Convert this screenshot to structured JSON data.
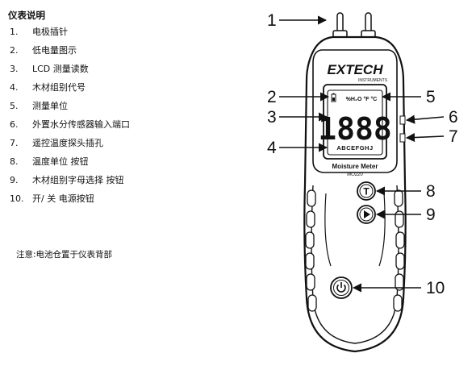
{
  "legend": {
    "title": "仪表说明",
    "items": [
      {
        "num": "1.",
        "label": "电极插针"
      },
      {
        "num": "2.",
        "label": "低电量图示"
      },
      {
        "num": "3.",
        "label": "LCD 测量读数"
      },
      {
        "num": "4.",
        "label": "木材组别代号"
      },
      {
        "num": "5.",
        "label": "测量单位"
      },
      {
        "num": "6.",
        "label": "外置水分传感器输入端口"
      },
      {
        "num": "7.",
        "label": "遥控温度探头插孔"
      },
      {
        "num": "8.",
        "label": "温度单位 按钮"
      },
      {
        "num": "9.",
        "label": "木材组别字母选择 按钮"
      },
      {
        "num": "10.",
        "label": "开/ 关  电源按钮"
      }
    ],
    "note": "注意:电池仓置于仪表背部"
  },
  "device": {
    "brand": "EXTECH",
    "brand_sub": "INSTRUMENTS",
    "model_name": "Moisture Meter",
    "model_number": "MO220",
    "lcd": {
      "reading": "1888",
      "units": "%H₂O °F °C",
      "species_codes": "ABCEFGHJ"
    },
    "buttons": {
      "temp_unit": "T",
      "species_select": "▶",
      "power": "⏻"
    }
  },
  "callouts": [
    "1",
    "2",
    "3",
    "4",
    "5",
    "6",
    "7",
    "8",
    "9",
    "10"
  ],
  "colors": {
    "body_fill": "#ffffff",
    "outline": "#111111",
    "lcd_fill": "#ffffff"
  }
}
